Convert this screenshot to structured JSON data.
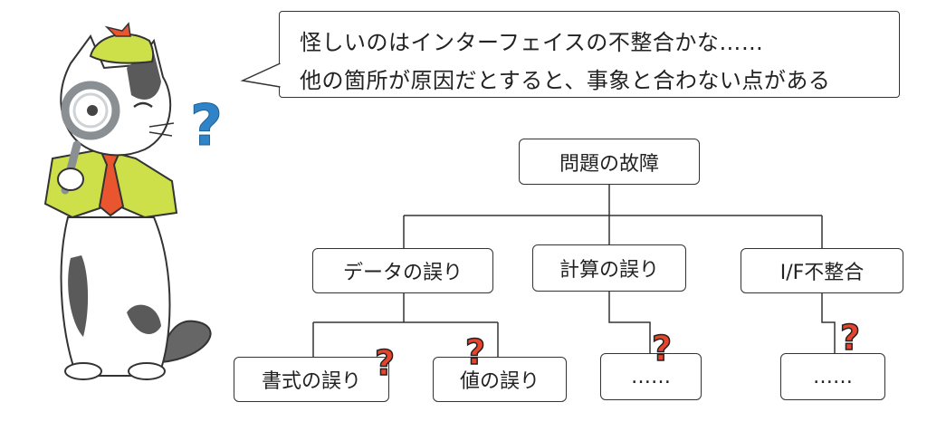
{
  "speech": {
    "line1": "怪しいのはインターフェイスの不整合かな……",
    "line2": "他の箇所が原因だとすると、事象と合わない点がある"
  },
  "tree": {
    "root": "問題の故障",
    "branch_data": "データの誤り",
    "branch_calc": "計算の誤り",
    "branch_if": "I/F不整合",
    "leaf_format": "書式の誤り",
    "leaf_value": "値の誤り",
    "leaf_calc_more": "……",
    "leaf_if_more": "……"
  },
  "marks": {
    "question": "?"
  },
  "colors": {
    "question_fill": "#e8442c",
    "cat_vest": "#cde04a",
    "cat_tie": "#e8552e",
    "magnifier_rim": "#8a8f94",
    "blue_question": "#2f83c6"
  }
}
